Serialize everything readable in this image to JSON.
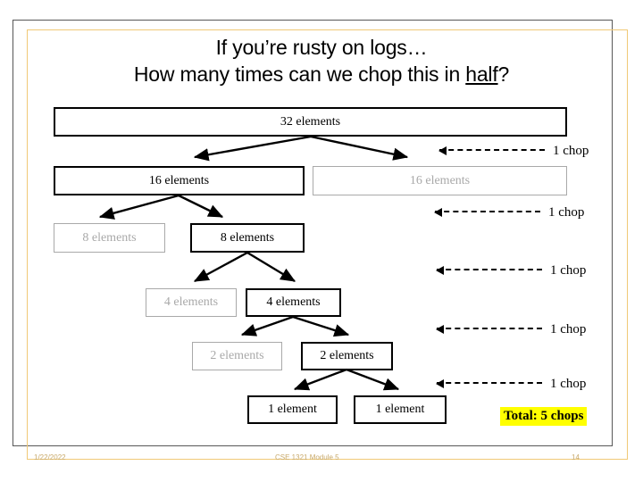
{
  "slide": {
    "title_line1": "If you’re rusty on logs…",
    "title_line2_before": "How many times can we chop this in ",
    "title_line2_underlined": "half",
    "title_line2_after": "?"
  },
  "tree": {
    "levels": [
      {
        "nodes": [
          {
            "label": "32 elements",
            "state": "active"
          }
        ]
      },
      {
        "nodes": [
          {
            "label": "16 elements",
            "state": "active"
          },
          {
            "label": "16 elements",
            "state": "faded"
          }
        ]
      },
      {
        "nodes": [
          {
            "label": "8 elements",
            "state": "faded"
          },
          {
            "label": "8 elements",
            "state": "active"
          }
        ]
      },
      {
        "nodes": [
          {
            "label": "4 elements",
            "state": "faded"
          },
          {
            "label": "4 elements",
            "state": "active"
          }
        ]
      },
      {
        "nodes": [
          {
            "label": "2 elements",
            "state": "faded"
          },
          {
            "label": "2 elements",
            "state": "active"
          }
        ]
      },
      {
        "nodes": [
          {
            "label": "1 element",
            "state": "active"
          },
          {
            "label": "1 element",
            "state": "active"
          }
        ]
      }
    ]
  },
  "annotations": {
    "chops": [
      {
        "label": "1 chop"
      },
      {
        "label": "1 chop"
      },
      {
        "label": "1 chop"
      },
      {
        "label": "1 chop"
      },
      {
        "label": "1 chop"
      }
    ],
    "total": "Total: 5 chops"
  },
  "footer": {
    "date": "1/22/2022",
    "course": "CSE 1321 Module 5",
    "page": "14"
  },
  "colors": {
    "active_border": "#000000",
    "faded_border": "#a9a9a9",
    "highlight": "#ffff00",
    "frame_outer": "#575757",
    "frame_inner": "#f0c977",
    "footer_text": "#c8a96a"
  }
}
